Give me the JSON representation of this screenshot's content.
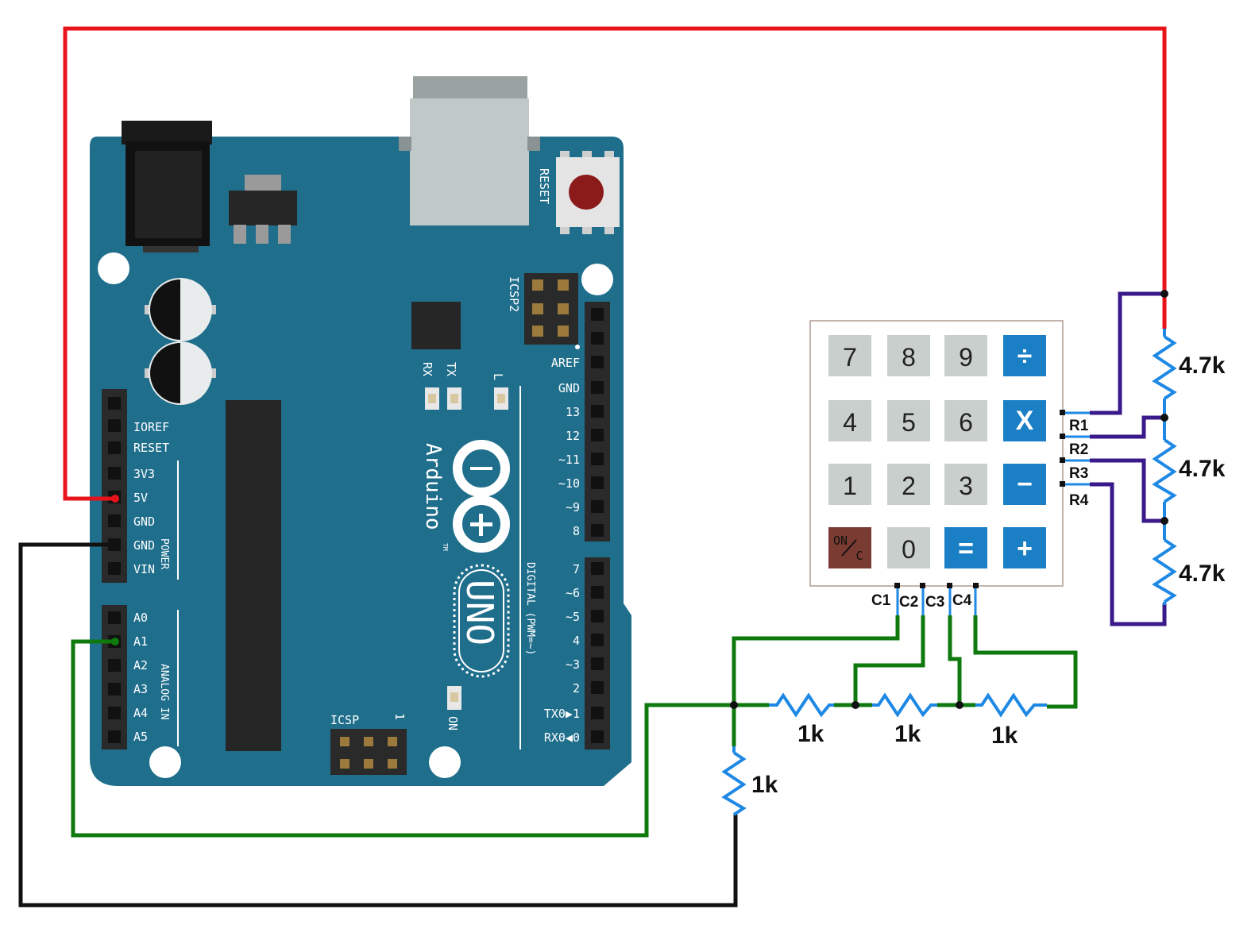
{
  "board": {
    "reset": "RESET",
    "icsp2": "ICSP2",
    "icsp": "ICSP",
    "icsp_pin1": "1",
    "rx": "RX",
    "tx": "TX",
    "l": "L",
    "on": "ON",
    "brand": "Arduino",
    "tm": "TM",
    "model": "UNO",
    "digital_label": "DIGITAL (PWM=~)",
    "power_label": "POWER",
    "analog_label": "ANALOG IN",
    "power_pins": [
      "IOREF",
      "RESET",
      "3V3",
      "5V",
      "GND",
      "GND",
      "VIN"
    ],
    "analog_pins": [
      "A0",
      "A1",
      "A2",
      "A3",
      "A4",
      "A5"
    ],
    "digital_pins_top": [
      "AREF",
      "GND",
      "13",
      "12",
      "~11",
      "~10",
      "~9",
      "8"
    ],
    "digital_pins_bottom": [
      "7",
      "~6",
      "~5",
      "4",
      "~3",
      "2",
      "TX0▶1",
      "RX0◀0"
    ]
  },
  "keypad": {
    "keys": [
      [
        "7",
        "8",
        "9",
        "÷"
      ],
      [
        "4",
        "5",
        "6",
        "X"
      ],
      [
        "1",
        "2",
        "3",
        "−"
      ],
      [
        "ON/C",
        "0",
        "=",
        "+"
      ]
    ],
    "on_top": "ON",
    "on_bottom": "C",
    "row_labels": [
      "R1",
      "R2",
      "R3",
      "R4"
    ],
    "col_labels": [
      "C1",
      "C2",
      "C3",
      "C4"
    ],
    "colors": {
      "number_key": "#c9cfcd",
      "operator_key": "#1a7fc4",
      "on_key": "#7a3b33"
    }
  },
  "resistors": {
    "row_pullups": [
      "4.7k",
      "4.7k",
      "4.7k"
    ],
    "column_ladder": [
      "1k",
      "1k",
      "1k"
    ],
    "bottom": "1k"
  },
  "wire_colors": {
    "power": "#e8141c",
    "ground": "#111111",
    "signal": "#0e7a0d",
    "row": "#3a1a8a",
    "resistor": "#1e88e5",
    "board": "#1f6e8c"
  }
}
